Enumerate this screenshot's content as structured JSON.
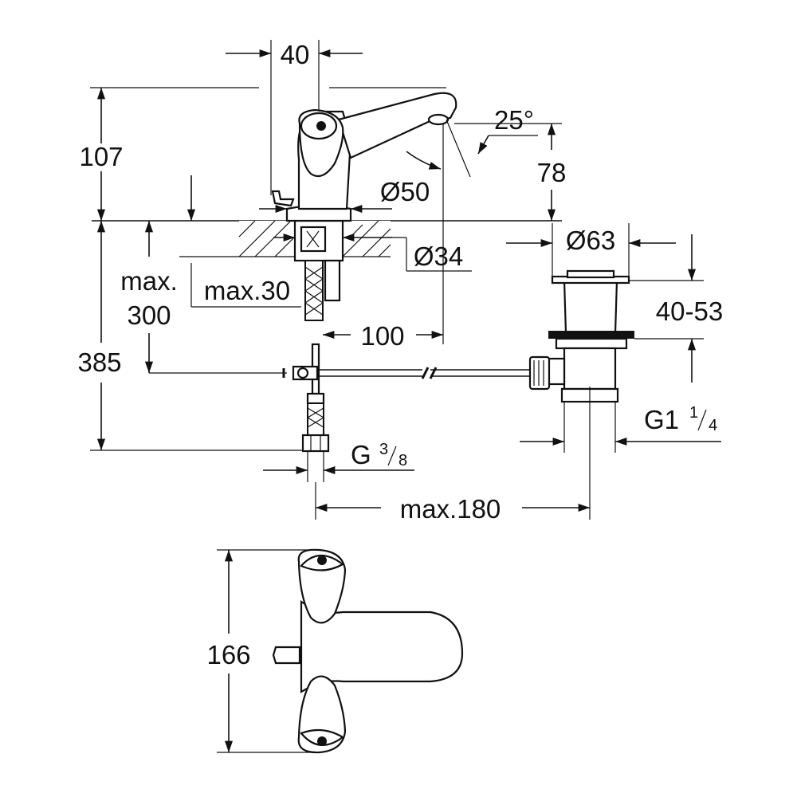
{
  "dimensions": {
    "spout_offset": "40",
    "height_total": "107",
    "spout_angle": "25°",
    "spout_height": "78",
    "base_diameter": "Ø50",
    "hole_diameter": "Ø34",
    "max_label": "max.",
    "max_depth": "300",
    "max_thickness": "max.30",
    "pop_up_rod": "100",
    "supply_length": "385",
    "waste_diameter": "Ø63",
    "waste_range": "40-53",
    "waste_thread_main": "G1",
    "waste_thread_num": "1",
    "waste_thread_den": "4",
    "supply_thread_main": "G",
    "supply_thread_num": "3",
    "supply_thread_den": "8",
    "max_horizontal": "max.180",
    "plan_depth": "166"
  },
  "colors": {
    "line": "#111111",
    "background": "#ffffff"
  }
}
